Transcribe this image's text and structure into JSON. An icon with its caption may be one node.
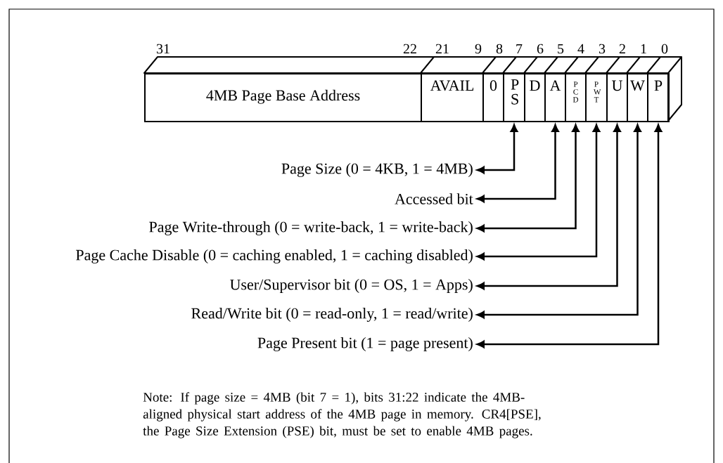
{
  "diagram": {
    "nodes": [
      {
        "text": [
          "4MB Page Base Address"
        ]
      },
      {
        "text": [
          "AVAIL"
        ]
      },
      {
        "text": [
          "0"
        ]
      },
      {
        "text": [
          "P S"
        ]
      },
      {
        "text": [
          "D"
        ]
      },
      {
        "text": [
          "A"
        ]
      },
      {
        "text": [
          "P C D"
        ]
      },
      {
        "text": [
          "P W T"
        ]
      },
      {
        "text": [
          "U"
        ]
      },
      {
        "text": [
          "W"
        ]
      },
      {
        "text": [
          "P"
        ]
      },
      {
        "text": [
          "Page Size (0 = 4KB, 1 = 4MB)"
        ]
      },
      {
        "text": [
          "Accessed bit"
        ]
      },
      {
        "text": [
          "Page Write-through (0 = write-back, 1 = write-back)"
        ]
      },
      {
        "text": [
          "Page Cache Disable (0 = caching enabled, 1 = caching disabled)"
        ]
      },
      {
        "text": [
          "User/Supervisor bit (0 = OS, 1 = Apps)"
        ]
      },
      {
        "text": [
          "Read/Write bit (0 = read-only, 1 = read/write)"
        ]
      },
      {
        "text": [
          "Page Present bit (1 = page present)"
        ]
      }
    ],
    "edges": [
      {
        "from": 3,
        "to": 11,
        "arrow": "both"
      },
      {
        "from": 5,
        "to": 12,
        "arrow": "both"
      },
      {
        "from": 6,
        "to": 13,
        "arrow": "both"
      },
      {
        "from": 7,
        "to": 14,
        "arrow": "both"
      },
      {
        "from": 8,
        "to": 15,
        "arrow": "both"
      },
      {
        "from": 9,
        "to": 16,
        "arrow": "both"
      },
      {
        "from": 10,
        "to": 17,
        "arrow": "both"
      }
    ],
    "labels": [
      "31",
      "22",
      "21",
      "9",
      "8",
      "7",
      "6",
      "5",
      "4",
      "3",
      "2",
      "1",
      "0",
      "Note: If page size = 4MB (bit 7 = 1), bits 31:22 indicate the 4MB-aligned physical start address of the 4MB page in memory. CR4[PSE], the Page Size Extension (PSE) bit, must be set to enable 4MB pages."
    ]
  }
}
